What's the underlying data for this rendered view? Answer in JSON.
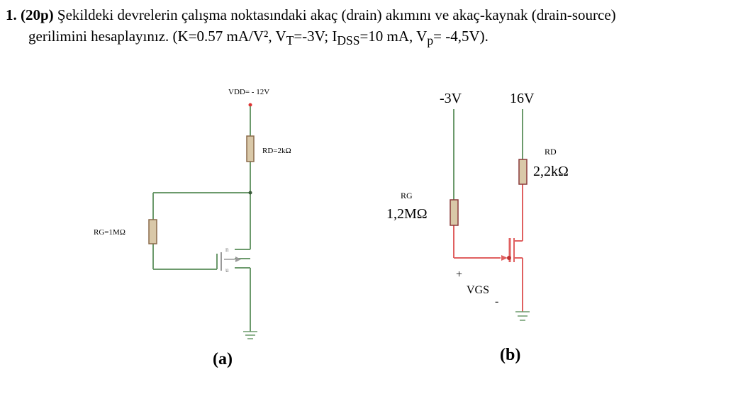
{
  "question": {
    "number": "1.",
    "points": "(20p)",
    "line1_text": "Şekildeki devrelerin çalışma noktasındaki akaç (drain) akımını ve akaç-kaynak (drain-source)",
    "line2_text": "gerilimini hesaplayınız. (K=0.57 mA/V², V",
    "line2_sub_t": "T",
    "line2_mid1": "=-3V; I",
    "line2_sub_dss": "DSS",
    "line2_mid2": "=10 mA, V",
    "line2_sub_p": "p",
    "line2_end": "= -4,5V)."
  },
  "circuit_a": {
    "vdd_label": "VDD= - 12V",
    "rd_label": "RD=2kΩ",
    "rg_label": "RG=1MΩ",
    "caption": "(a)",
    "wire_color": "#6c9a6c",
    "resistor_color": "#d9c8a8"
  },
  "circuit_b": {
    "vg_label": "-3V",
    "vd_label": "16V",
    "rd_name": "RD",
    "rd_value": "2,2kΩ",
    "rg_name": "RG",
    "rg_value": "1,2MΩ",
    "plus_label": "+",
    "vgs_label": "VGS",
    "minus_label": "-",
    "caption": "(b)",
    "wire_color": "#6c9a6c",
    "active_wire_color": "#e06060"
  }
}
